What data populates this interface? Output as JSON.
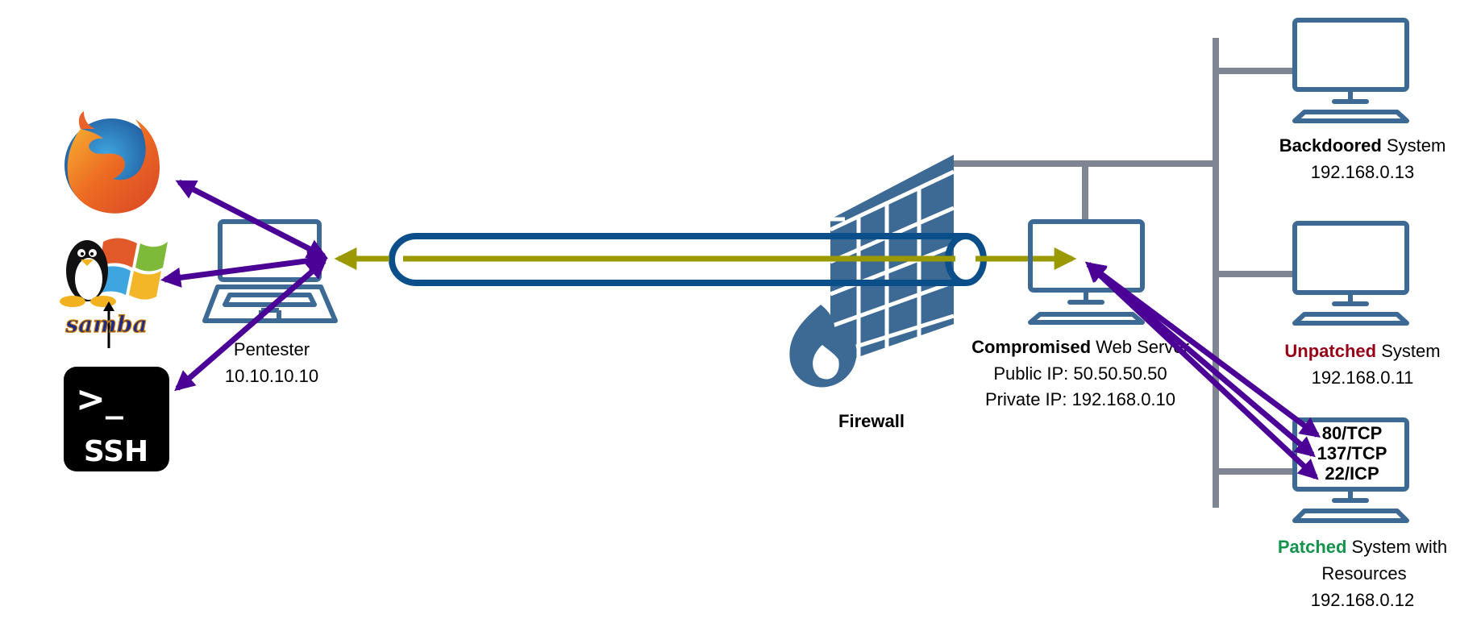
{
  "colors": {
    "device_blue": "#3d6a94",
    "tunnel_blue": "#0b4f8a",
    "tunnel_line": "#9a9a00",
    "attack_arrow": "#4b0096",
    "network_bus": "#7f8592",
    "unpatched_red": "#960018",
    "patched_green": "#13934b"
  },
  "icons": {
    "firefox": "firefox-icon",
    "samba": "samba-icon",
    "ssh": "ssh-terminal-icon",
    "laptop": "laptop-icon",
    "firewall": "firewall-icon",
    "monitor": "desktop-monitor-icon"
  },
  "left_services": {
    "samba_text": "samba",
    "ssh_prompt": ">_",
    "ssh_text": "SSH"
  },
  "pentester": {
    "name": "Pentester",
    "ip": "10.10.10.10"
  },
  "firewall": {
    "label": "Firewall"
  },
  "web_server": {
    "status": "Compromised",
    "name": " Web Server",
    "public_ip": "Public IP: 50.50.50.50",
    "private_ip": "Private IP: 192.168.0.10"
  },
  "internal_hosts": [
    {
      "status": "Backdoored",
      "name": " System",
      "name2": "",
      "ip": "192.168.0.13"
    },
    {
      "status": "Unpatched",
      "name": " System",
      "name2": "",
      "ip": "192.168.0.11"
    },
    {
      "status": "Patched",
      "name": " System with",
      "name2": "Resources",
      "ip": "192.168.0.12",
      "ports": [
        "80/TCP",
        "137/TCP",
        "22/ICP"
      ]
    }
  ]
}
